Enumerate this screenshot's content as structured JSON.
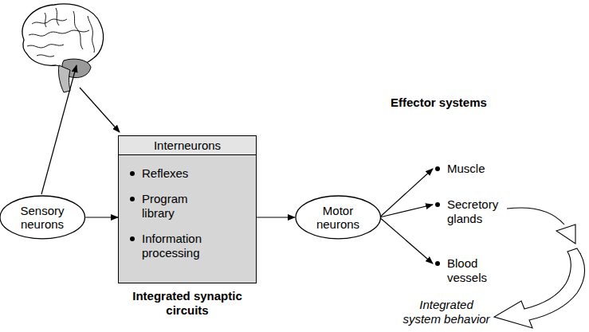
{
  "diagram": {
    "nodes": [
      {
        "text": [
          "Sensory neurons"
        ]
      },
      {
        "text": [
          "Interneurons",
          "Reflexes",
          "Program library",
          "Information processing",
          "Integrated synaptic circuits"
        ]
      },
      {
        "text": [
          "Motor neurons"
        ]
      },
      {
        "text": [
          "Muscle"
        ]
      },
      {
        "text": [
          "Secretory glands"
        ]
      },
      {
        "text": [
          "Blood vessels"
        ]
      }
    ],
    "edges": [
      {
        "from": 0,
        "to": 1,
        "arrow": "to"
      },
      {
        "from": 1,
        "to": 2,
        "arrow": "to"
      },
      {
        "from": 2,
        "to": 3,
        "arrow": "to"
      },
      {
        "from": 2,
        "to": 4,
        "arrow": "to"
      },
      {
        "from": 2,
        "to": 5,
        "arrow": "to"
      }
    ],
    "labels": [
      "Effector systems",
      "Integrated system behavior"
    ]
  }
}
